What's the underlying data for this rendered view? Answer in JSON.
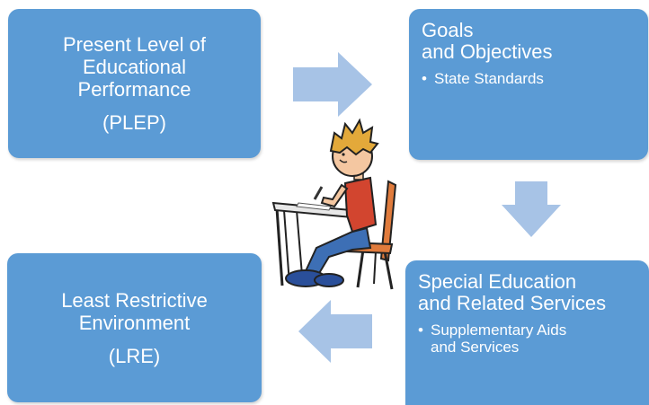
{
  "plep": {
    "line1": "Present Level of",
    "line2": "Educational",
    "line3": "Performance",
    "abbr": "(PLEP)"
  },
  "goals": {
    "line1": "Goals",
    "line2": "and Objectives",
    "bullet": "State Standards"
  },
  "sped": {
    "line1": "Special Education",
    "line2": "and Related Services",
    "bullet_line1": "Supplementary Aids",
    "bullet_line2": "and Services"
  },
  "lre": {
    "line1": "Least Restrictive",
    "line2": "Environment",
    "abbr": "(LRE)"
  },
  "colors": {
    "box": "#5b9bd5",
    "arrow": "#a7c3e6",
    "text": "#ffffff"
  },
  "icons": {
    "bullet": "•",
    "illustration": "student-writing-at-desk"
  }
}
